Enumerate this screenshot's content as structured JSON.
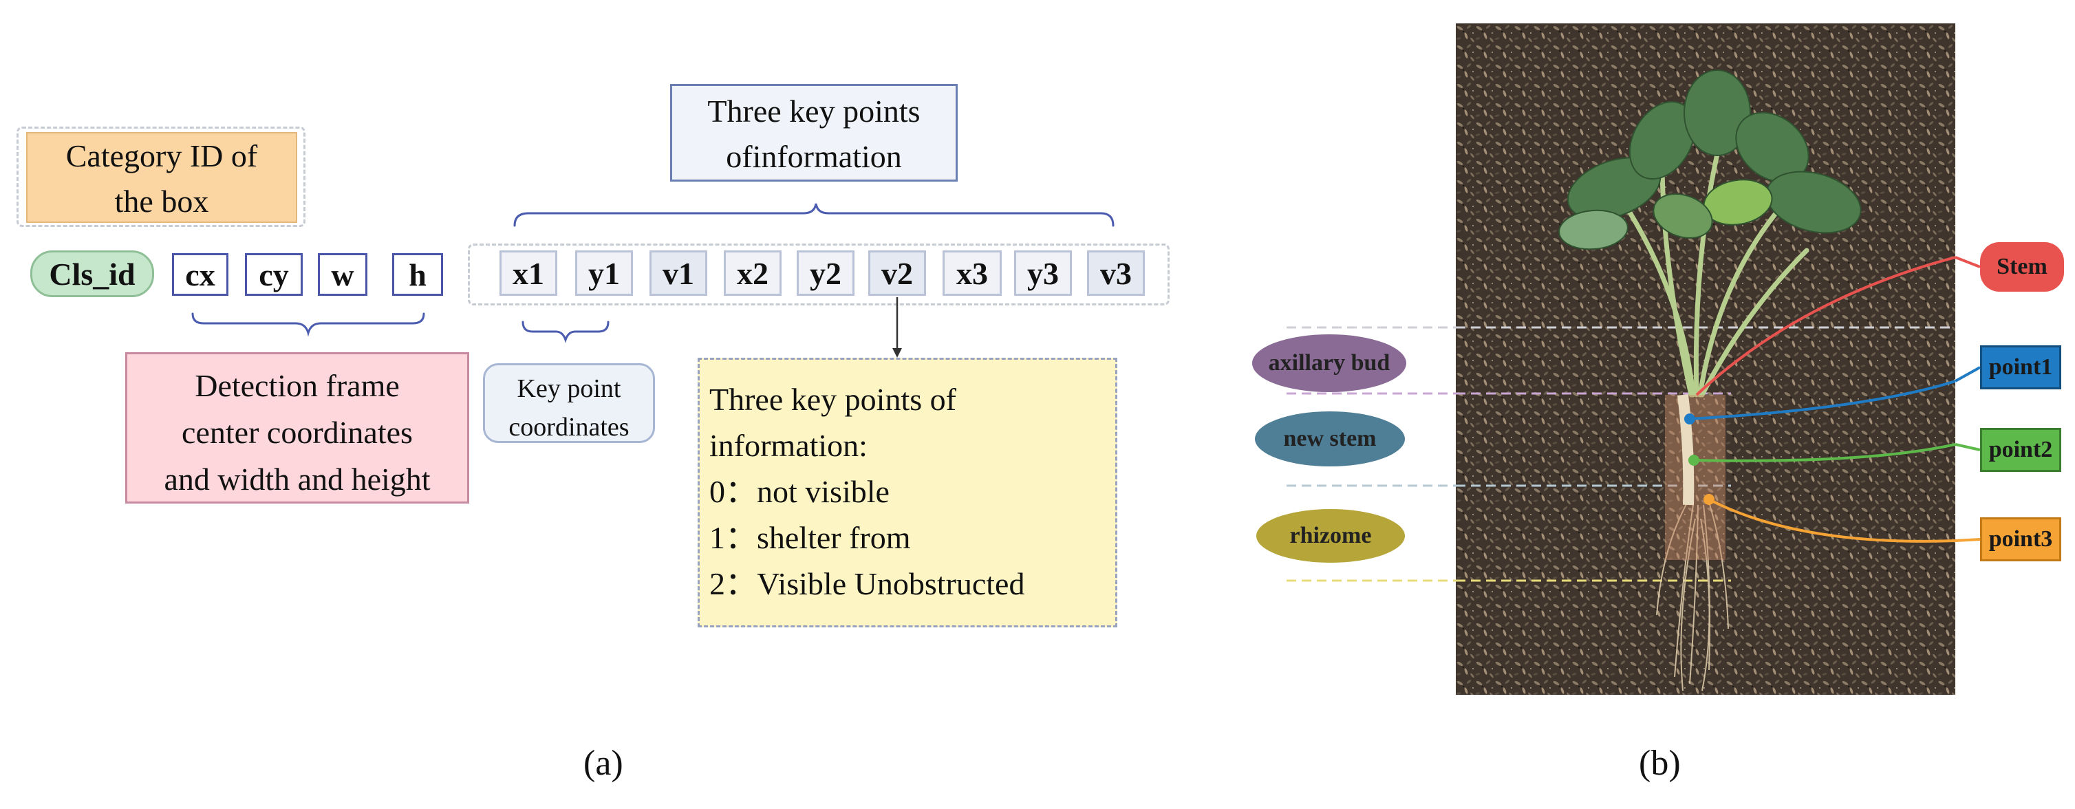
{
  "panel_a": {
    "category_box": {
      "line1": "Category ID of",
      "line2": "the box"
    },
    "cls_id": "Cls_id",
    "box_tokens": [
      "cx",
      "cy",
      "w",
      "h"
    ],
    "info_title": {
      "line1": "Three key points",
      "line2": "ofinformation"
    },
    "keypoint_tokens": [
      "x1",
      "y1",
      "v1",
      "x2",
      "y2",
      "v2",
      "x3",
      "y3",
      "v3"
    ],
    "detection_box": {
      "line1": "Detection frame",
      "line2": "center coordinates",
      "line3": "and width and height"
    },
    "keypoint_coords": {
      "line1": "Key point",
      "line2": "coordinates"
    },
    "visibility_box": {
      "line1": "Three key points of",
      "line2": "information:",
      "line3": "0：not visible",
      "line4": "1：shelter from",
      "line5": "2：Visible Unobstructed"
    },
    "label": "(a)"
  },
  "panel_b": {
    "regions": [
      "axillary bud",
      "new stem",
      "rhizome"
    ],
    "tags": [
      "Stem",
      "point1",
      "point2",
      "point3"
    ],
    "label": "(b)",
    "colors": {
      "axillary_bud": "#8a6b95",
      "new_stem": "#4f7f96",
      "rhizome": "#b6a63a",
      "stem": "#e8524f",
      "point1": "#1f7bc4",
      "point2": "#5cb94a",
      "point3": "#f4a334"
    }
  }
}
